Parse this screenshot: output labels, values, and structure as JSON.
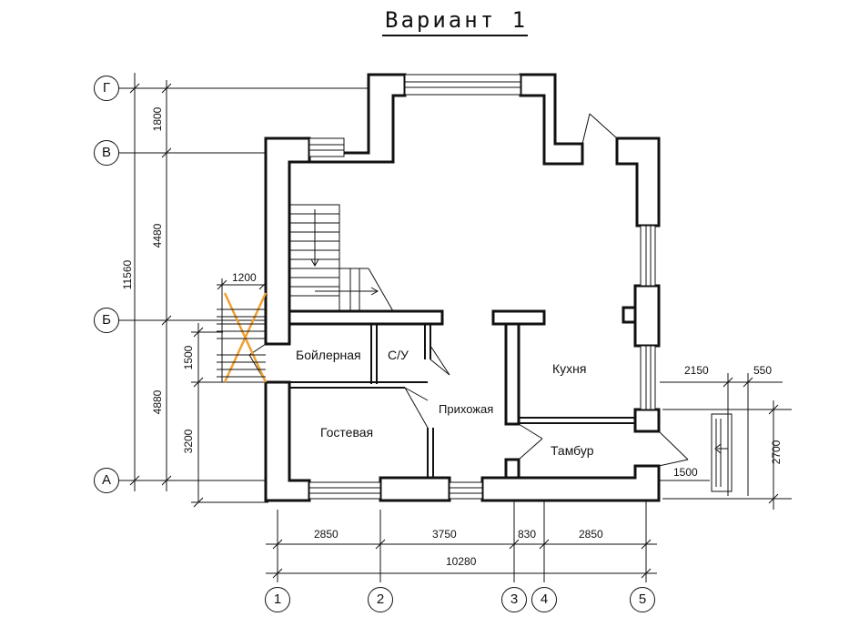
{
  "title": "Вариант 1",
  "rooms": {
    "boiler": "Бойлерная",
    "wc": "С/У",
    "kitchen": "Кухня",
    "hall": "Прихожая",
    "guest": "Гостевая",
    "vestibule": "Тамбур"
  },
  "axes": {
    "rows": [
      "Г",
      "В",
      "Б",
      "А"
    ],
    "cols": [
      "1",
      "2",
      "3",
      "4",
      "5"
    ]
  },
  "dims": {
    "left_1800": "1800",
    "left_4480": "4480",
    "left_11560": "11560",
    "left_4880": "4880",
    "left_1500": "1500",
    "left_3200": "3200",
    "top_1200": "1200",
    "bottom_2850a": "2850",
    "bottom_3750": "3750",
    "bottom_830": "830",
    "bottom_2850b": "2850",
    "bottom_total": "10280",
    "right_2150": "2150",
    "right_550": "550",
    "right_2700": "2700",
    "right_1500": "1500"
  },
  "colors": {
    "line": "#111111",
    "cross": "#f0a030"
  }
}
